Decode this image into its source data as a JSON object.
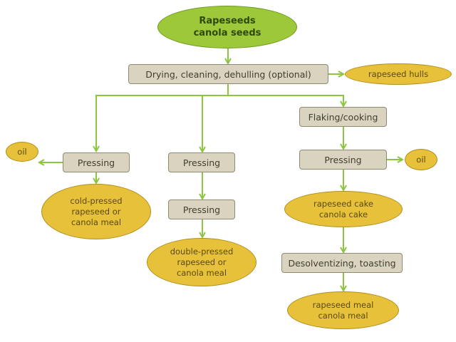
{
  "diagram": {
    "title": "Rapeseed / canola processing flow",
    "colors": {
      "arrow": "#8cc63f",
      "process_box": "#d9d3bf",
      "product": "#e8c13a",
      "start": "#9cc83a"
    },
    "nodes": {
      "start": {
        "line1": "Rapeseeds",
        "line2": "canola seeds"
      },
      "drying": "Drying, cleaning, dehulling (optional)",
      "hulls": "rapeseed hulls",
      "flaking": "Flaking/cooking",
      "press_left": "Pressing",
      "oil_left": "oil",
      "cold_meal": {
        "line1": "cold-pressed",
        "line2": "rapeseed or",
        "line3": "canola meal"
      },
      "press_mid1": "Pressing",
      "press_mid2": "Pressing",
      "double_meal": {
        "line1": "double-pressed",
        "line2": "rapeseed or",
        "line3": "canola meal"
      },
      "press_right": "Pressing",
      "oil_right": "oil",
      "cake": {
        "line1": "rapeseed cake",
        "line2": "canola cake"
      },
      "desolv": "Desolventizing,  toasting",
      "meal": {
        "line1": "rapeseed meal",
        "line2": "canola meal"
      }
    }
  }
}
